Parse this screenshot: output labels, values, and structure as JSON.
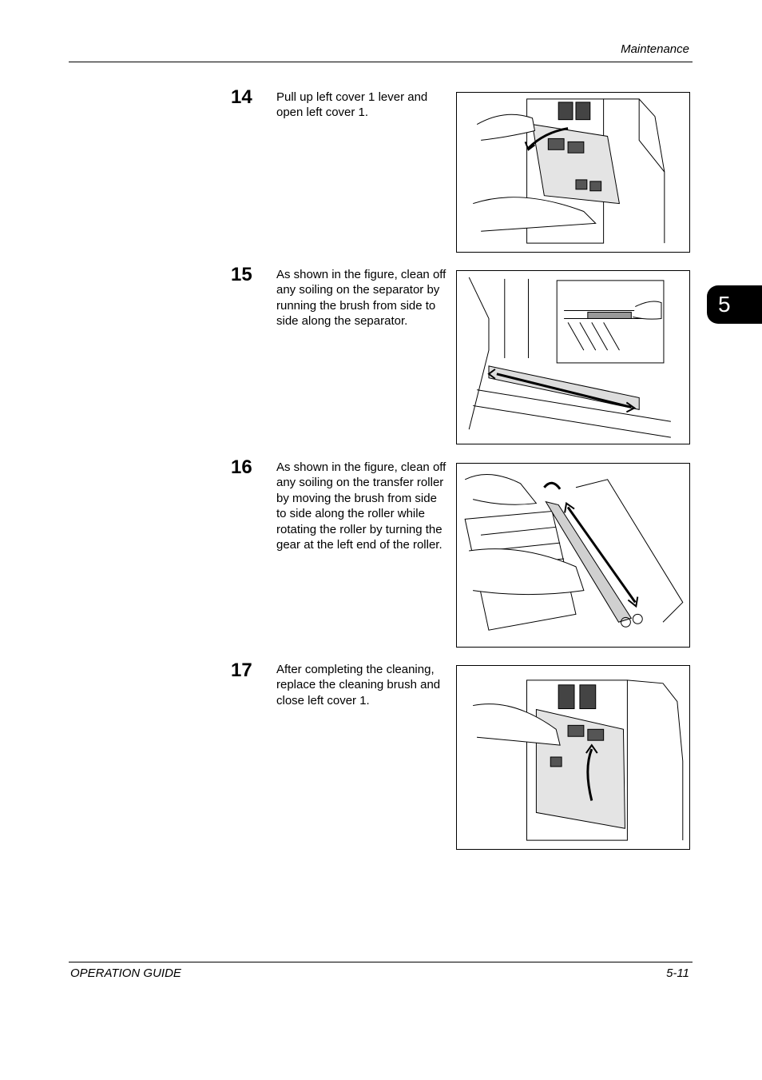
{
  "header": {
    "section": "Maintenance"
  },
  "chapter_tab": "5",
  "steps": [
    {
      "number": "14",
      "text": "Pull up left cover 1 lever and open left cover 1.",
      "figure": "open-left-cover-illustration"
    },
    {
      "number": "15",
      "text": "As shown in the figure, clean off any soiling on the separator by running the brush from side to side along the separator.",
      "figure": "clean-separator-illustration"
    },
    {
      "number": "16",
      "text": "As shown in the figure, clean off any soiling on the transfer roller by moving the brush from side to side along the roller while rotating the roller by turning the gear at the left end of the roller.",
      "figure": "clean-transfer-roller-illustration"
    },
    {
      "number": "17",
      "text": "After completing the cleaning, replace the cleaning brush and close left cover 1.",
      "figure": "close-left-cover-illustration"
    }
  ],
  "footer": {
    "left": "OPERATION GUIDE",
    "right": "5-11"
  }
}
